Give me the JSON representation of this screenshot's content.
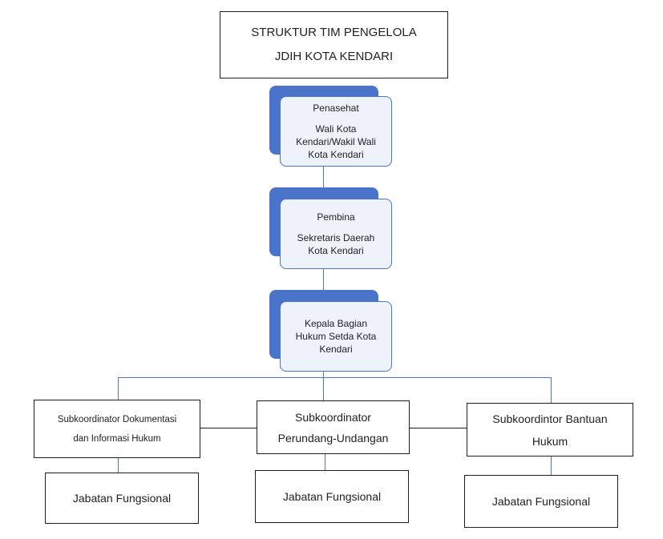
{
  "title": {
    "line1": "STRUKTUR TIM PENGELOLA",
    "line2": "JDIH KOTA KENDARI"
  },
  "penasehat": {
    "role": "Penasehat",
    "name": [
      "Wali Kota",
      "Kendari/Wakil Wali",
      "Kota Kendari"
    ]
  },
  "pembina": {
    "role": "Pembina",
    "name": [
      "Sekretaris Daerah",
      "Kota Kendari"
    ]
  },
  "kepala": {
    "name": [
      "Kepala Bagian",
      "Hukum Setda Kota",
      "Kendari"
    ]
  },
  "subkoordinators": [
    {
      "line1": "Subkoordinator Dokumentasi",
      "line2": "dan Informasi Hukum"
    },
    {
      "line1": "Subkoordinator",
      "line2": "Perundang-Undangan"
    },
    {
      "line1": "Subkoordintor Bantuan",
      "line2": "Hukum"
    }
  ],
  "jabatan": [
    "Jabatan Fungsional",
    "Jabatan Fungsional",
    "Jabatan Fungsional"
  ],
  "colors": {
    "accent": "#4a74c9",
    "card_fill": "#eef2fb",
    "border": "#1f1f1f"
  }
}
